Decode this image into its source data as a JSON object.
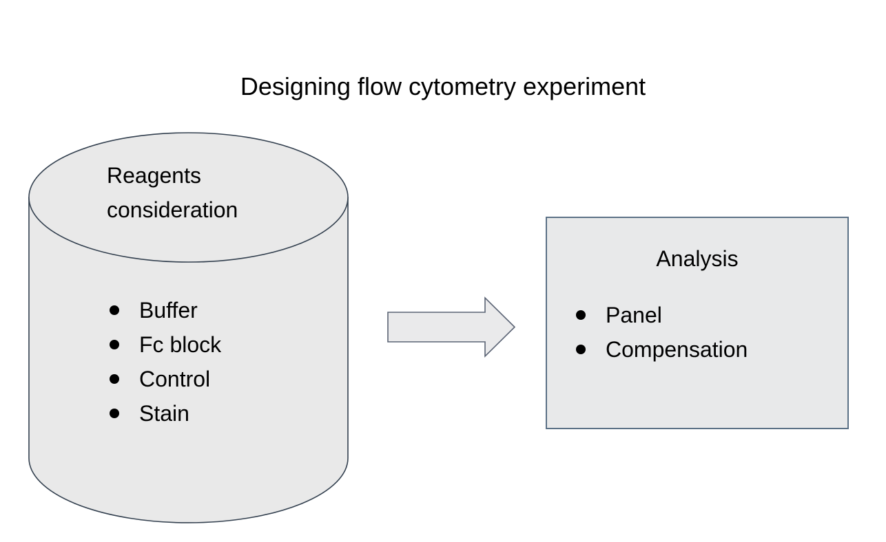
{
  "title": "Designing flow cytometry experiment",
  "colors": {
    "cylinder_fill": "#e9e9e9",
    "cylinder_stroke": "#33404f",
    "box_fill": "#e8e9ea",
    "box_stroke": "#5b7186",
    "arrow_fill": "#eaeaeb",
    "arrow_stroke": "#596273",
    "text": "#000000"
  },
  "icons": {
    "flow_arrow": "right-block-arrow-icon"
  },
  "cylinder": {
    "heading_line1": "Reagents",
    "heading_line2": "consideration",
    "items": [
      "Buffer",
      "Fc block",
      "Control",
      "Stain"
    ]
  },
  "analysis_box": {
    "heading": "Analysis",
    "items": [
      "Panel",
      "Compensation"
    ]
  }
}
